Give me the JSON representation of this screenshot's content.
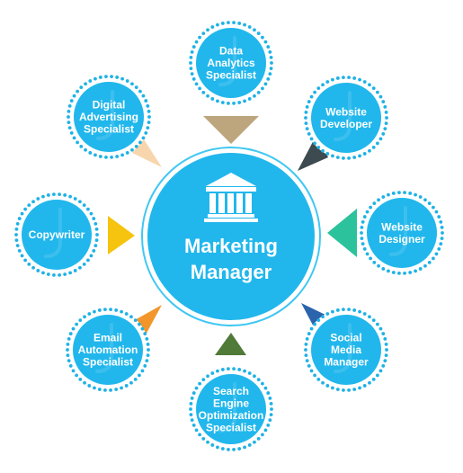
{
  "colors": {
    "node_fill": "#21b7ec",
    "ring_dots": "#1fb2e6",
    "center_ring": "#3fc7f3",
    "text": "#ffffff"
  },
  "center": {
    "lines": [
      "Marketing",
      "Manager"
    ],
    "icon": "bank-building-icon"
  },
  "nodes": [
    {
      "id": "data-analytics-specialist",
      "lines": [
        "Data",
        "Analytics",
        "Specialist"
      ],
      "pointer_color": "#bda57e"
    },
    {
      "id": "website-developer",
      "lines": [
        "Website",
        "Developer"
      ],
      "pointer_color": "#3d4a4f"
    },
    {
      "id": "website-designer",
      "lines": [
        "Website",
        "Designer"
      ],
      "pointer_color": "#2bc29c"
    },
    {
      "id": "social-media-manager",
      "lines": [
        "Social",
        "Media",
        "Manager"
      ],
      "pointer_color": "#2c63ad"
    },
    {
      "id": "search-engine-optimization-specialist",
      "lines": [
        "Search",
        "Engine",
        "Optimization",
        "Specialist"
      ],
      "pointer_color": "#4f7a37"
    },
    {
      "id": "email-automation-specialist",
      "lines": [
        "Email",
        "Automation",
        "Specialist"
      ],
      "pointer_color": "#f2962c"
    },
    {
      "id": "copywriter",
      "lines": [
        "Copywriter"
      ],
      "pointer_color": "#f6c40f"
    },
    {
      "id": "digital-advertising-specialist",
      "lines": [
        "Digital",
        "Advertising",
        "Specialist"
      ],
      "pointer_color": "#f7d6ad"
    }
  ]
}
